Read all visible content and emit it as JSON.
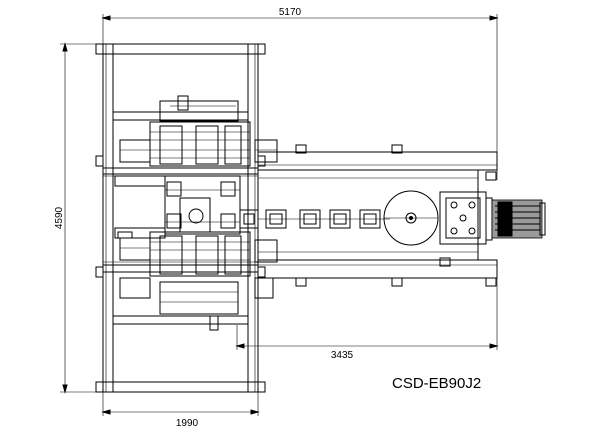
{
  "drawing": {
    "model_code": "CSD-EB90J2",
    "dimensions": {
      "overall_width": "5170",
      "overall_height": "4590",
      "frame_width": "1990",
      "conveyor_length": "3435"
    }
  }
}
